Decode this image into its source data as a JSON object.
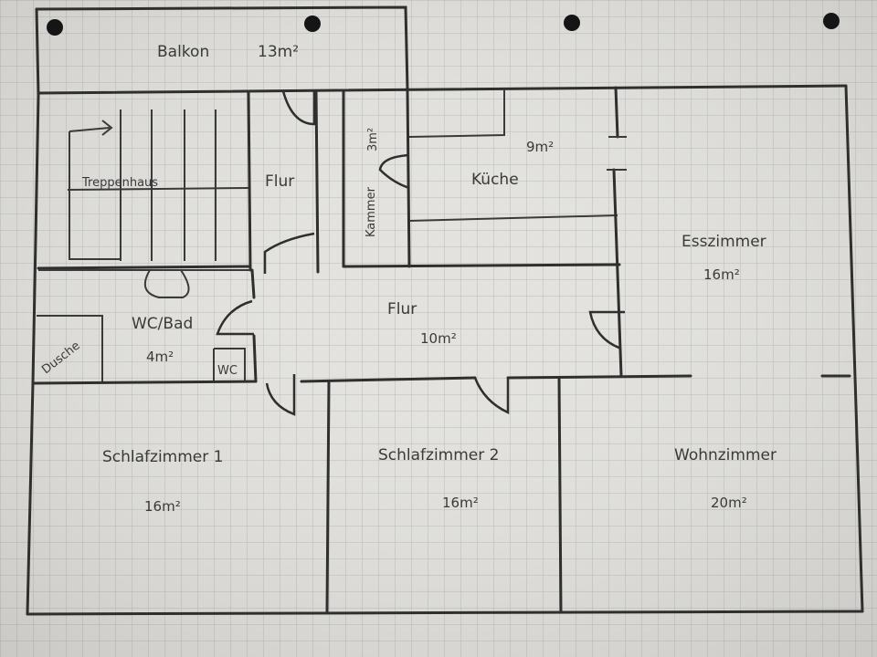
{
  "rooms": {
    "balkon": {
      "name": "Balkon",
      "area": "13m²"
    },
    "treppenhaus": {
      "name": "Treppenhaus"
    },
    "flur_top": {
      "name": "Flur"
    },
    "kammer": {
      "name": "Kammer",
      "area": "3m²"
    },
    "kueche": {
      "name": "Küche",
      "area": "9m²"
    },
    "esszimmer": {
      "name": "Esszimmer",
      "area": "16m²"
    },
    "wcbad": {
      "name": "WC/Bad",
      "area": "4m²"
    },
    "dusche": {
      "name": "Dusche"
    },
    "wc": {
      "name": "WC"
    },
    "flur_main": {
      "name": "Flur",
      "area": "10m²"
    },
    "schlafzimmer1": {
      "name": "Schlafzimmer 1",
      "area": "16m²"
    },
    "schlafzimmer2": {
      "name": "Schlafzimmer 2",
      "area": "16m²"
    },
    "wohnzimmer": {
      "name": "Wohnzimmer",
      "area": "20m²"
    }
  },
  "colors": {
    "paper": "#e3e2de",
    "grid": "#b9b8b4",
    "ink": "#2f2f2f",
    "punch_hole": "#151515"
  }
}
